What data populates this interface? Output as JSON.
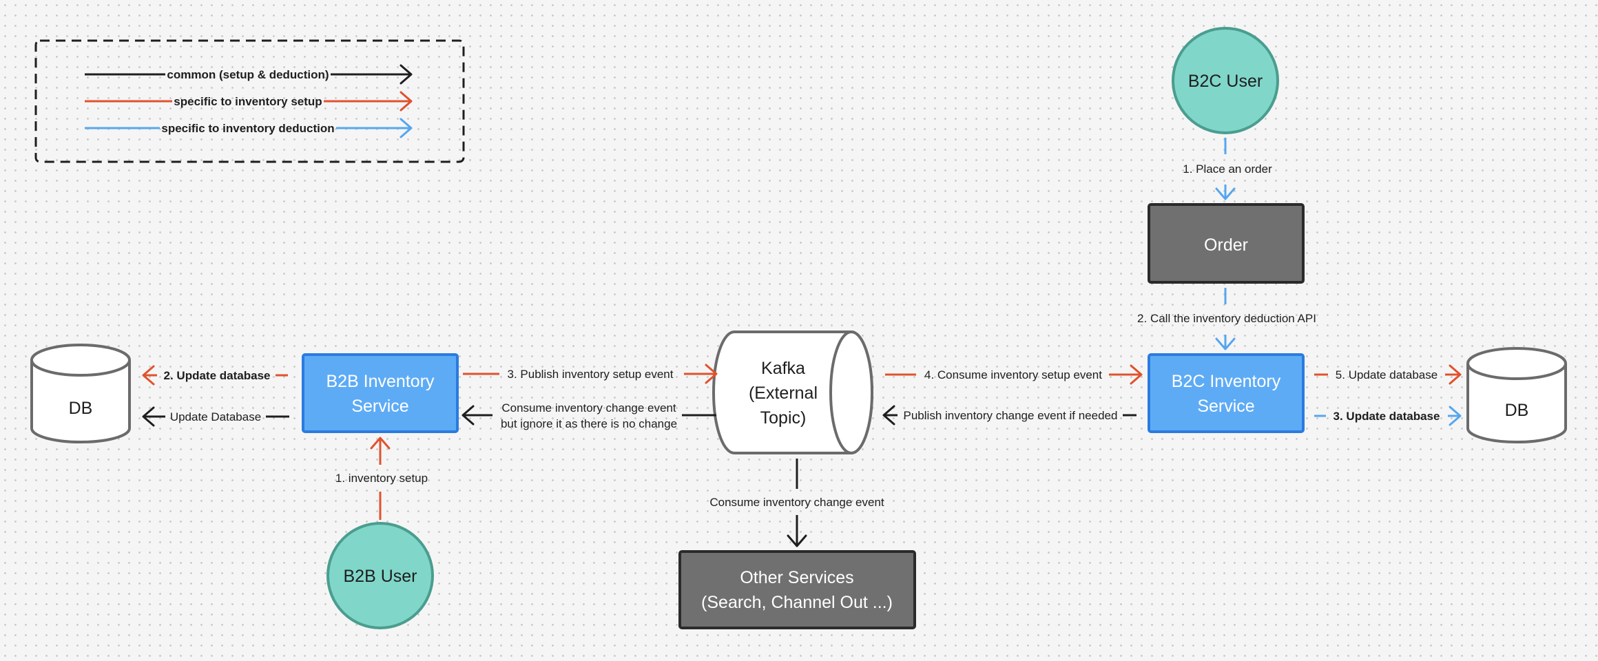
{
  "colors": {
    "common": "#1e1e1e",
    "setup": "#e0522d",
    "deduction": "#56a6ee",
    "user_fill": "#80d6c9",
    "user_stroke": "#4a9d8f",
    "service_fill": "#5eabf5",
    "service_stroke": "#2a7be0",
    "gray_fill": "#707070",
    "gray_stroke": "#2a2a2a"
  },
  "legend": {
    "items": [
      {
        "label": "common (setup & deduction)",
        "kind": "common"
      },
      {
        "label": "specific to inventory setup",
        "kind": "setup"
      },
      {
        "label": "specific to inventory deduction",
        "kind": "deduction"
      }
    ]
  },
  "nodes": {
    "b2c_user": {
      "label": "B2C User"
    },
    "order": {
      "label": "Order"
    },
    "b2b_user": {
      "label": "B2B User"
    },
    "b2b_service": {
      "line1": "B2B Inventory",
      "line2": "Service"
    },
    "b2c_service": {
      "line1": "B2C Inventory",
      "line2": "Service"
    },
    "kafka": {
      "line1": "Kafka",
      "line2": "(External",
      "line3": "Topic)"
    },
    "other_services": {
      "line1": "Other Services",
      "line2": "(Search, Channel Out ...)"
    },
    "db_left": {
      "label": "DB"
    },
    "db_right": {
      "label": "DB"
    }
  },
  "edges": {
    "place_order": "1. Place an order",
    "call_deduction": "2. Call the inventory deduction API",
    "inventory_setup": "1. inventory setup",
    "b2b_update_db_setup": "2. Update database",
    "b2b_update_db_common": "Update Database",
    "publish_setup": "3. Publish inventory setup event",
    "consume_change_ignore_1": "Consume inventory change event",
    "consume_change_ignore_2": "but ignore it as there is no change",
    "consume_setup": "4. Consume inventory setup event",
    "publish_change": "Publish inventory change event if needed",
    "b2c_update_db_setup": "5. Update database",
    "b2c_update_db_deduction": "3. Update database",
    "consume_change_other": "Consume inventory change event"
  }
}
